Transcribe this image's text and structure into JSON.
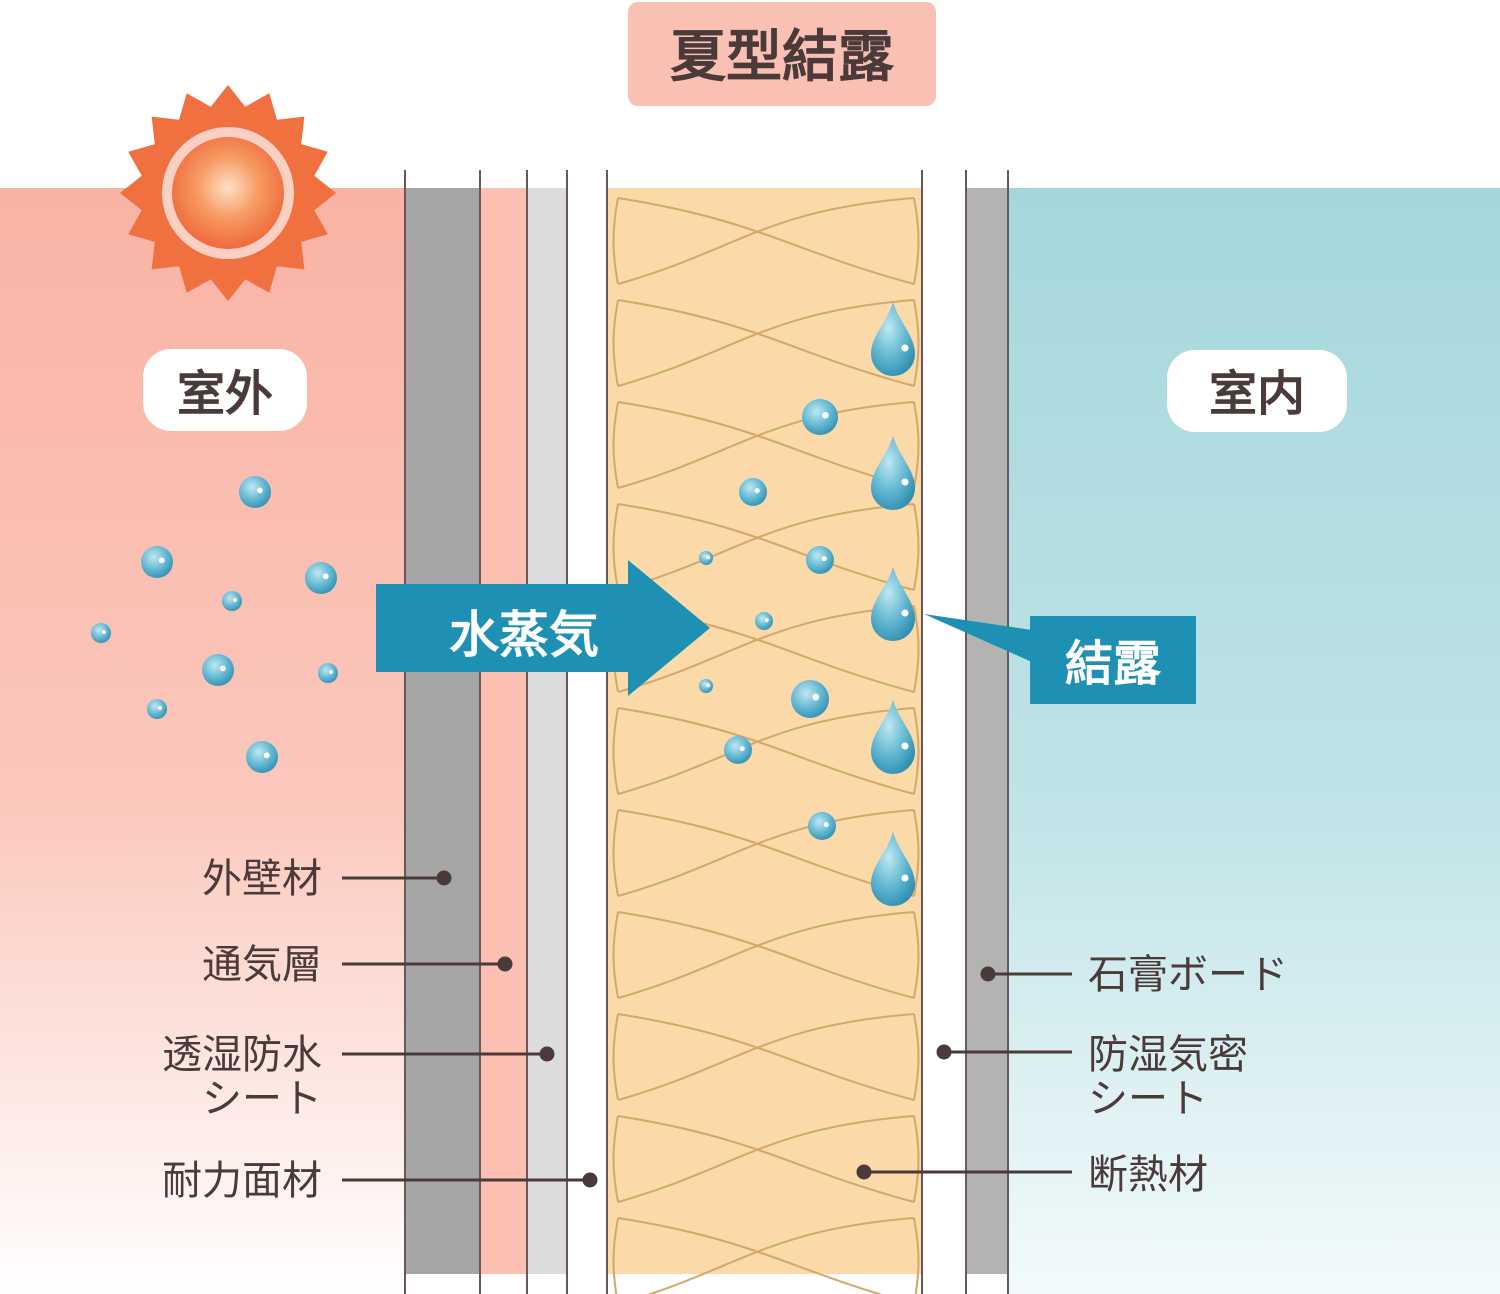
{
  "title": "夏型結露",
  "outdoor_label": "室外",
  "indoor_label": "室内",
  "vapor_label": "水蒸気",
  "condensation_label": "結露",
  "layers_outdoor": {
    "exterior_wall": "外壁材",
    "ventilation_layer": "通気層",
    "breathable_sheet_line1": "透湿防水",
    "breathable_sheet_line2": "シート",
    "structural_panel": "耐力面材"
  },
  "layers_indoor": {
    "gypsum_board": "石膏ボード",
    "vapor_barrier_line1": "防湿気密",
    "vapor_barrier_line2": "シート",
    "insulation": "断熱材"
  },
  "icons": {
    "sun": "sun-icon",
    "water_drop": "water-drop-icon",
    "vapor": "vapor-droplet-icon"
  },
  "colors": {
    "outdoor": "#f9b3a5",
    "indoor": "#a4d7dc",
    "title_bg": "#f9c0b3",
    "insulation": "#fcd9a8",
    "insulation_line": "#d3a86a",
    "exterior_wall": "#a6a6a6",
    "breathable_sheet": "#dcdcdc",
    "gypsum_board": "#b3b3b3",
    "arrow": "#1d90b4",
    "sun": "#f07040",
    "text": "#4a4040"
  }
}
